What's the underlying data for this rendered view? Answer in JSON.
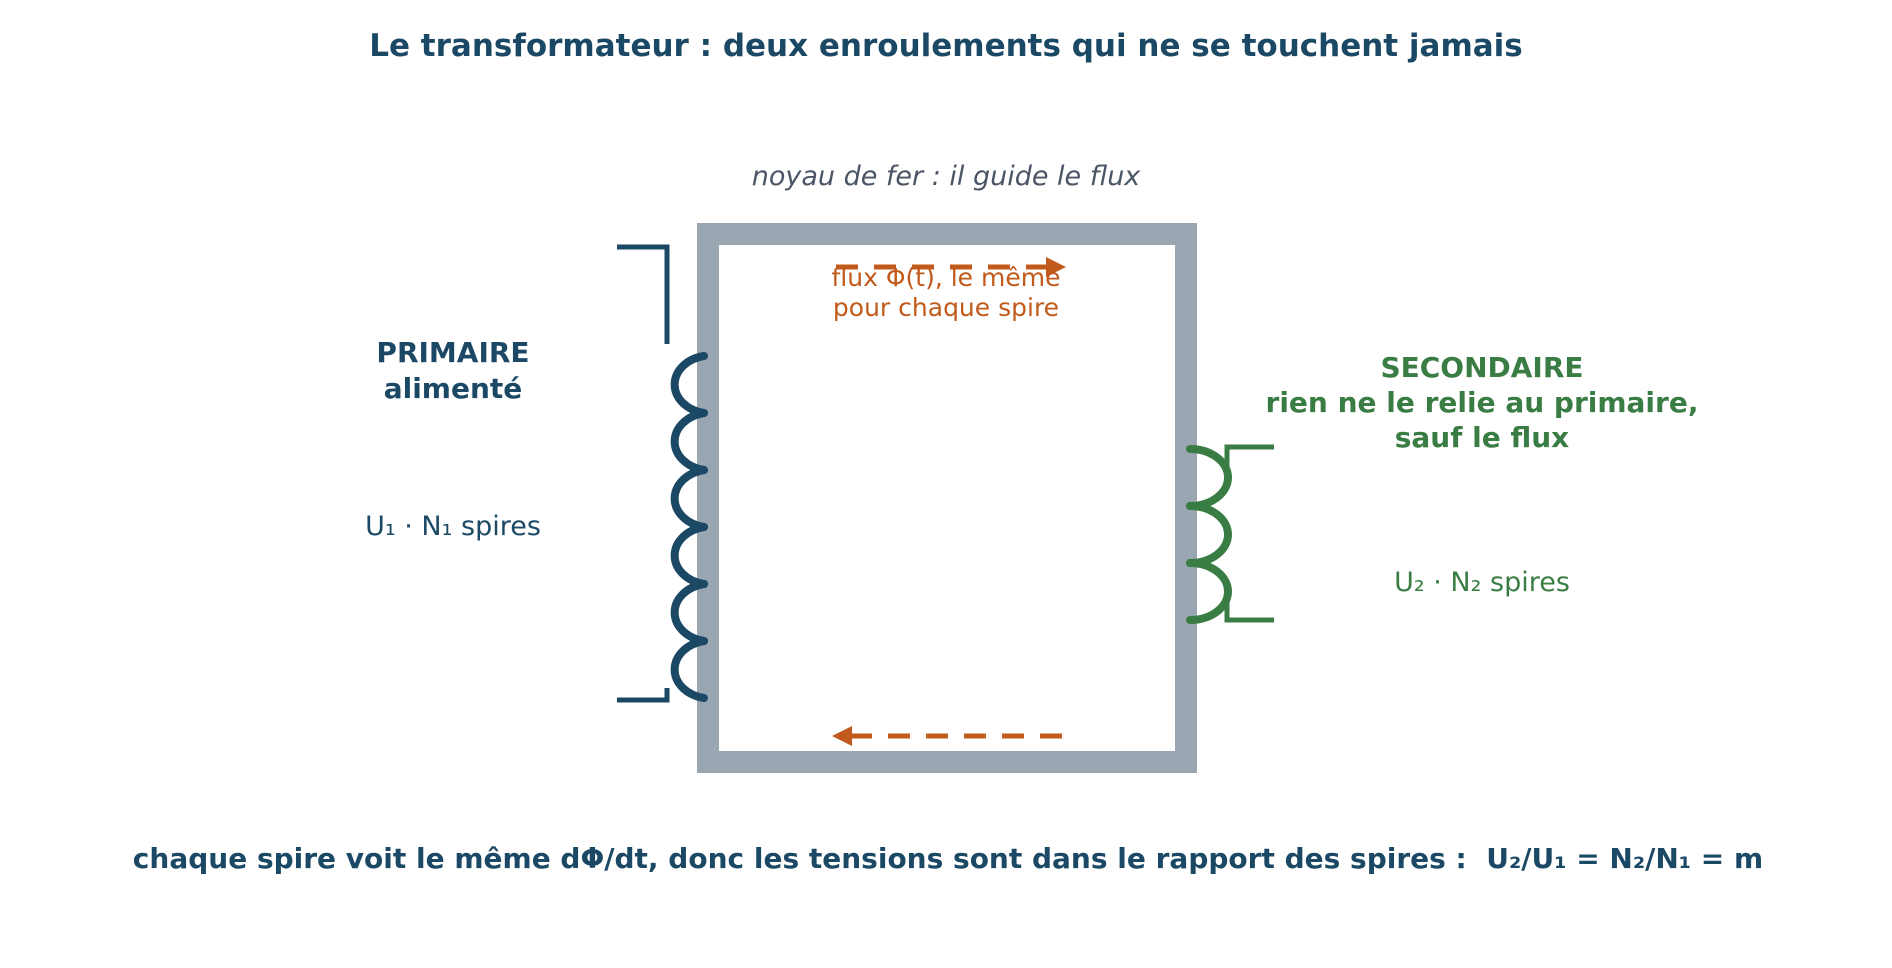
{
  "title": "Le transformateur : deux enroulements qui ne se touchent jamais",
  "core": {
    "label": "noyau de fer : il guide le flux",
    "color": "#9aa6b2"
  },
  "flux": {
    "label_line1": "flux Φ(t), le même",
    "label_line2": "pour chaque spire",
    "color": "#c15a1a"
  },
  "primary": {
    "title_line1": "PRIMAIRE",
    "title_line2": "alimenté",
    "turns_label": "U₁ · N₁ spires",
    "color": "#1b4965",
    "turns_drawn": 6
  },
  "secondary": {
    "title_line1": "SECONDAIRE",
    "title_line2": "rien ne le relie au primaire,",
    "title_line3": "sauf le flux",
    "turns_label": "U₂ · N₂ spires",
    "color": "#3a7d44",
    "turns_drawn": 3
  },
  "footer": "chaque spire voit le même dΦ/dt, donc les tensions sont dans le rapport des spires :  U₂/U₁ = N₂/N₁ = m"
}
